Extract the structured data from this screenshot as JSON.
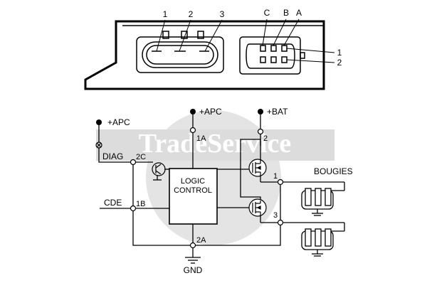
{
  "watermark": {
    "text": "TradeService"
  },
  "connector_left": {
    "pins": [
      "1",
      "2",
      "3"
    ]
  },
  "connector_right": {
    "pins": [
      "C",
      "B",
      "A"
    ],
    "side_labels": [
      "1",
      "2"
    ]
  },
  "logic_block": {
    "line1": "LOGIC",
    "line2": "CONTROL"
  },
  "supplies": {
    "apc_left": "+APC",
    "apc_top": "+APC",
    "bat": "+BAT"
  },
  "pins": {
    "p1a": "1A",
    "p2": "2",
    "p2c": "2C",
    "p1b": "1B",
    "p2a": "2A",
    "p1": "1",
    "p3": "3"
  },
  "signals": {
    "diag": "DIAG",
    "cde": "CDE",
    "gnd": "GND"
  },
  "load": {
    "label": "BOUGIES"
  }
}
